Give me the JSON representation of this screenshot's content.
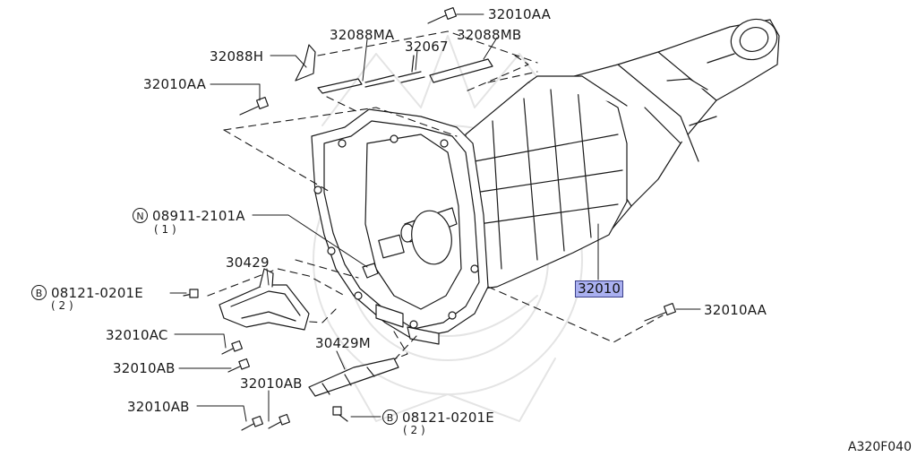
{
  "diagram": {
    "highlight_part": "32010",
    "drawing_code": "A320F040",
    "labels": {
      "p32010AA_top": "32010AA",
      "p32088MA": "32088MA",
      "p32067": "32067",
      "p32088MB": "32088MB",
      "p32088H": "32088H",
      "p32010AA_left": "32010AA",
      "p32010AA_right": "32010AA",
      "p08911": "08911-2101A",
      "p08911_qty": "( 1 )",
      "p30429": "30429",
      "p08121_a": "08121-0201E",
      "p08121_a_qty": "( 2 )",
      "p32010AC": "32010AC",
      "p32010AB_a": "32010AB",
      "p30429M": "30429M",
      "p32010AB_b": "32010AB",
      "p32010AB_c": "32010AB",
      "p08121_b": "08121-0201E",
      "p08121_b_qty": "( 2 )"
    },
    "symbols": {
      "nut_prefix": "N",
      "bolt_prefix": "B"
    },
    "colors": {
      "line": "#1a1a1a",
      "highlight_fill": "#aab0f0",
      "highlight_border": "#3a3f88",
      "watermark": "#e6e6e6"
    }
  }
}
